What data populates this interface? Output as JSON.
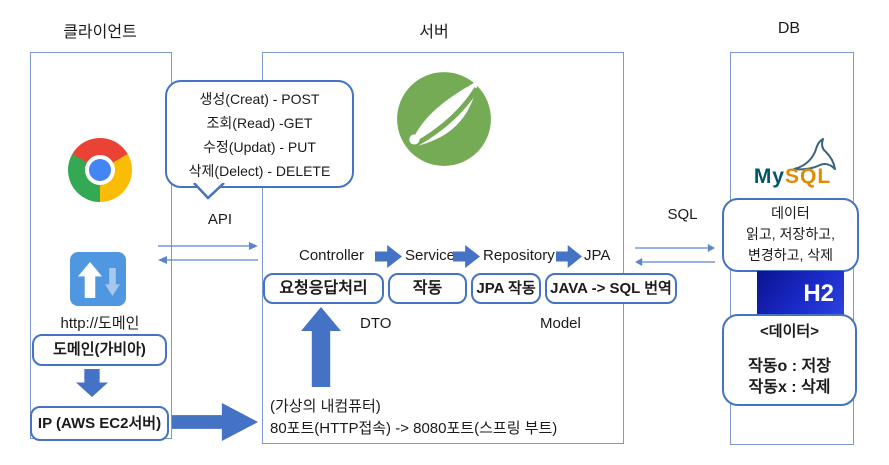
{
  "titles": {
    "client": "클라이언트",
    "server": "서버",
    "db": "DB"
  },
  "client": {
    "http_label": "http://도메인",
    "domain_box": "도메인(가비아)",
    "ip_box": "IP (AWS EC2서버)"
  },
  "api_bubble": {
    "lines": [
      "생성(Creat) - POST",
      "조회(Read) -GET",
      "수정(Updat) - PUT",
      "삭제(Delect) - DELETE"
    ],
    "label": "API"
  },
  "server": {
    "flow": [
      "Controller",
      "Service",
      "Repository",
      "JPA"
    ],
    "boxes": [
      "요청응답처리",
      "작동",
      "JPA 작동",
      "JAVA -> SQL 번역"
    ],
    "dto_label": "DTO",
    "model_label": "Model",
    "note_line1": "(가상의 내컴퓨터)",
    "note_line2": "80포트(HTTP접속) -> 8080포트(스프링 부트)"
  },
  "sql_label": "SQL",
  "db": {
    "mysql_my": "My",
    "mysql_sql": "SQL",
    "bubble_lines": [
      "데이터",
      "읽고, 저장하고,",
      "변경하고, 삭제"
    ],
    "h2_label": "H2",
    "data_box_title": "<데이터>",
    "data_box_lines": [
      "작동o : 저장",
      "작동x : 삭제"
    ]
  },
  "colors": {
    "accent_blue": "#4472C4",
    "container_border": "#7d99cf",
    "spring_green": "#76ab56",
    "h2_blue": "#1a2ac8",
    "mysql_blue": "#00546e",
    "mysql_orange": "#e08b00",
    "chrome_red": "#ea4335",
    "chrome_yellow": "#fbbc05",
    "chrome_green": "#34a853",
    "chrome_blue": "#4285f4",
    "updown_blue": "#4f97e0"
  }
}
